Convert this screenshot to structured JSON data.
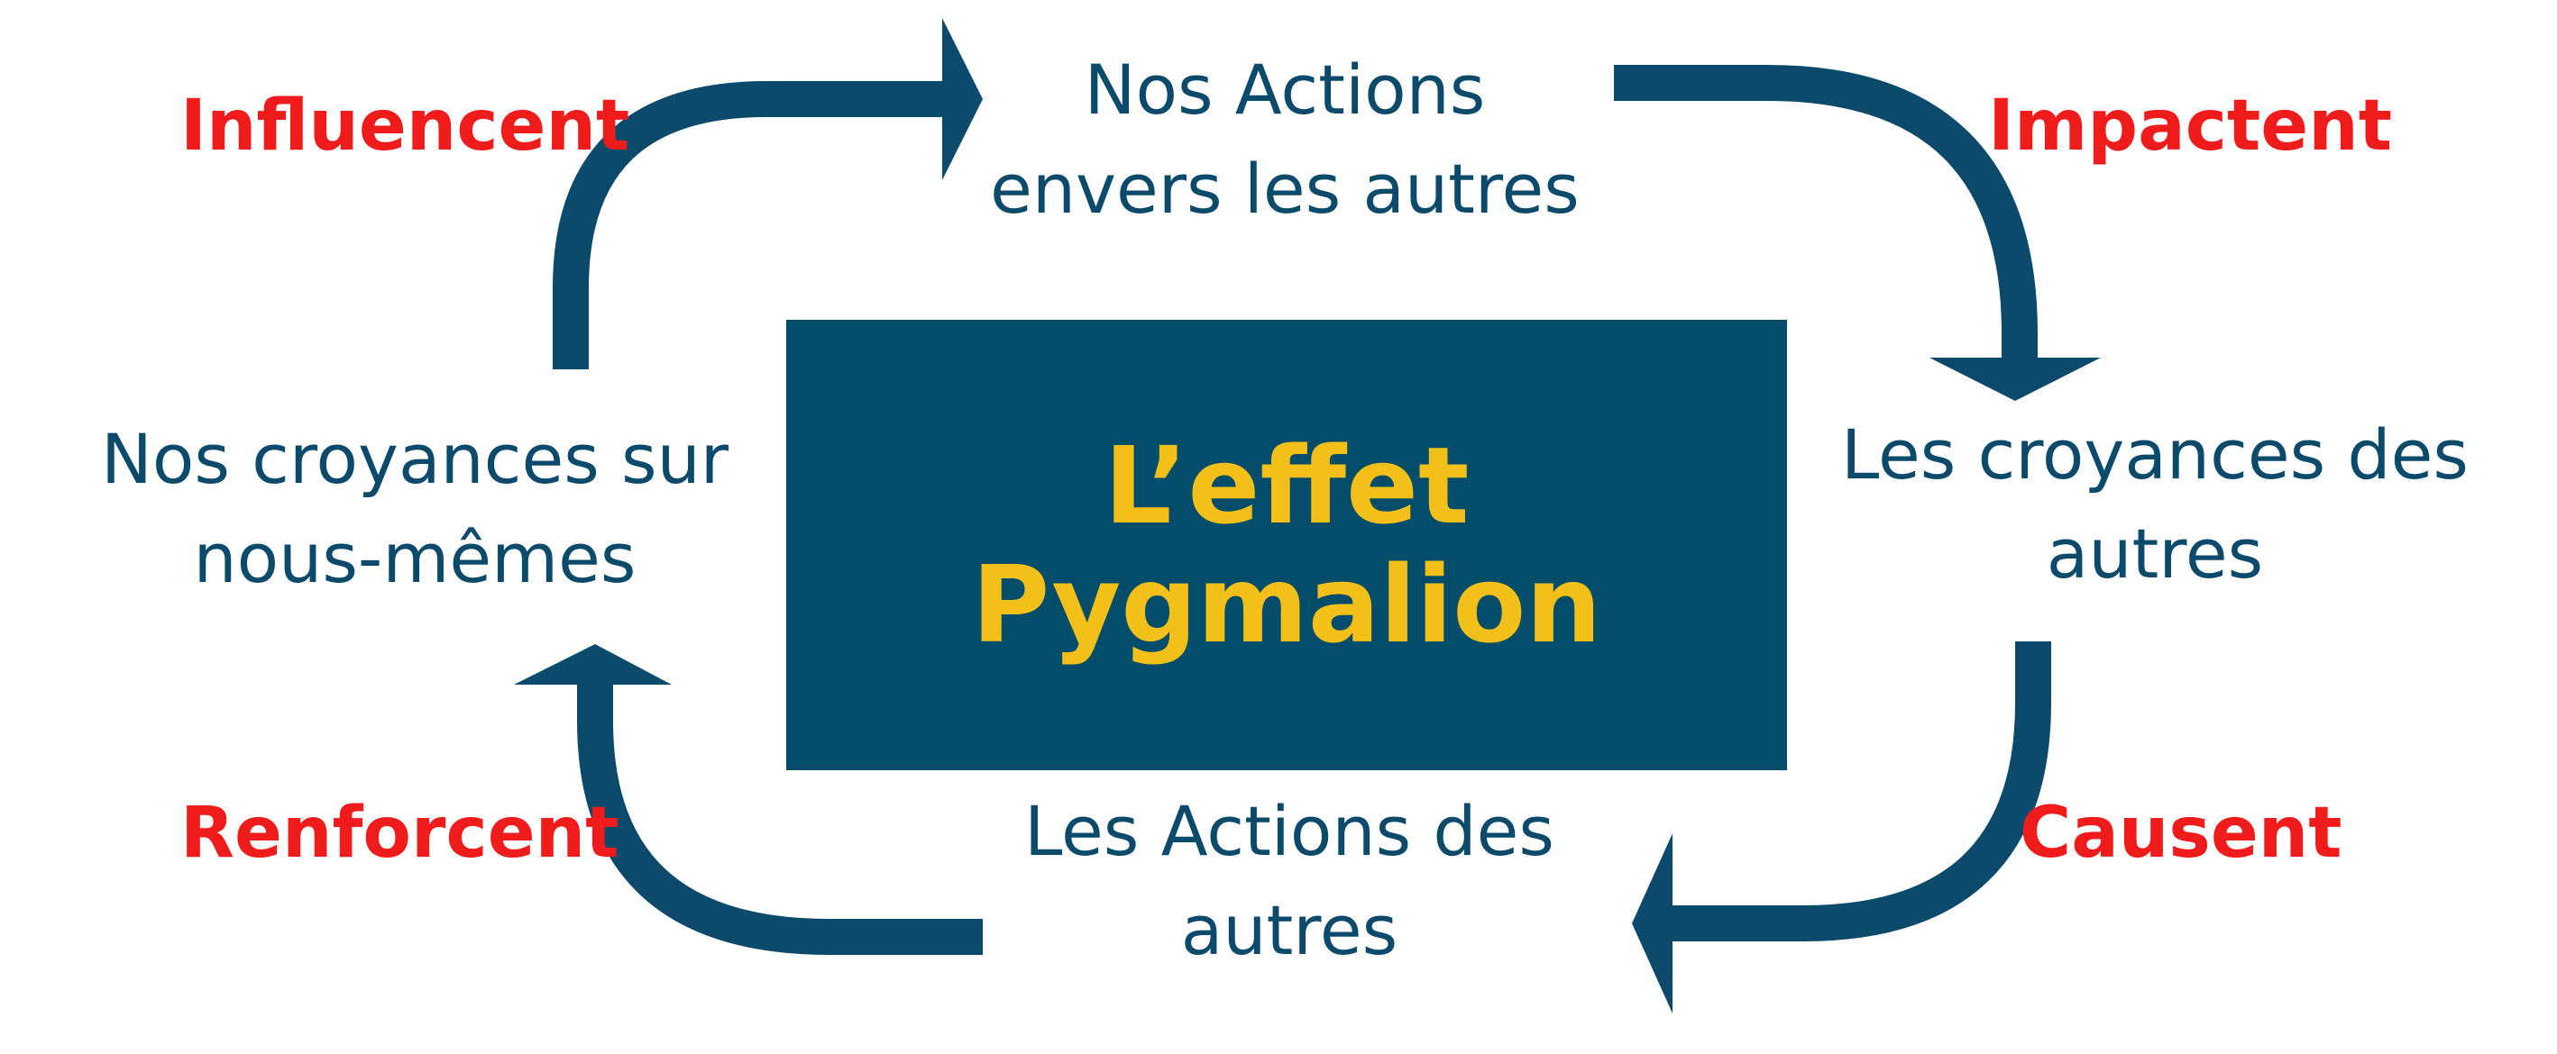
{
  "colors": {
    "background": "#ffffff",
    "primary": "#0c4a6b",
    "center_box": "#044d6a",
    "center_text": "#f2c018",
    "verb": "#f01c1c"
  },
  "center": {
    "line1": "L’effet",
    "line2": "Pygmalion"
  },
  "nodes": {
    "top": {
      "line1": "Nos Actions",
      "line2": "envers les autres"
    },
    "right": {
      "line1": "Les croyances des",
      "line2": "autres"
    },
    "bottom": {
      "line1": "Les Actions des",
      "line2": "autres"
    },
    "left": {
      "line1": "Nos croyances sur",
      "line2": "nous-mêmes"
    }
  },
  "verbs": {
    "top_left": "Influencent",
    "top_right": "Impactent",
    "bottom_right": "Causent",
    "bottom_left": "Renforcent"
  }
}
